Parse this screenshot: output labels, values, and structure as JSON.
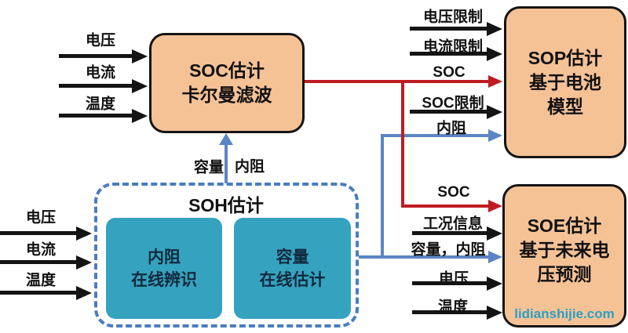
{
  "palette": {
    "block_fill": "#f5c296",
    "block_border": "#141414",
    "teal_fill": "#35a3bf",
    "teal_text": "#12293e",
    "dashed_border": "#4a7dc0",
    "arrow_black": "#141414",
    "arrow_red": "#bf1c22",
    "arrow_blue": "#5b85c4",
    "watermark_color": "#2ba0c4",
    "background": "#ffffff"
  },
  "blocks": {
    "soc": {
      "title": "SOC估计",
      "subtitle": "卡尔曼滤波"
    },
    "sop": {
      "title": "SOP估计",
      "line2": "基于电池",
      "line3": "模型"
    },
    "soe": {
      "title": "SOE估计",
      "line2": "基于未来电",
      "line3": "压预测"
    },
    "soh": {
      "title": "SOH估计",
      "resistance_box": {
        "line1": "内阻",
        "line2": "在线辨识"
      },
      "capacity_box": {
        "line1": "容量",
        "line2": "在线估计"
      }
    }
  },
  "inputs_top_left": [
    {
      "label": "电压"
    },
    {
      "label": "电流"
    },
    {
      "label": "温度"
    }
  ],
  "inputs_bottom_left": [
    {
      "label": "电压"
    },
    {
      "label": "电流"
    },
    {
      "label": "温度"
    }
  ],
  "sop_inputs": [
    {
      "label": "电压限制"
    },
    {
      "label": "电流限制"
    },
    {
      "label": "SOC"
    },
    {
      "label": "SOC限制"
    },
    {
      "label": "内阻"
    }
  ],
  "soe_inputs": [
    {
      "label": "SOC"
    },
    {
      "label": "工况信息"
    },
    {
      "label": "容量，内阻"
    },
    {
      "label": "电压"
    },
    {
      "label": "温度"
    }
  ],
  "soh_to_soc_labels": {
    "left": "容量",
    "right": "内阻"
  },
  "watermark": "lidianshijie.com"
}
